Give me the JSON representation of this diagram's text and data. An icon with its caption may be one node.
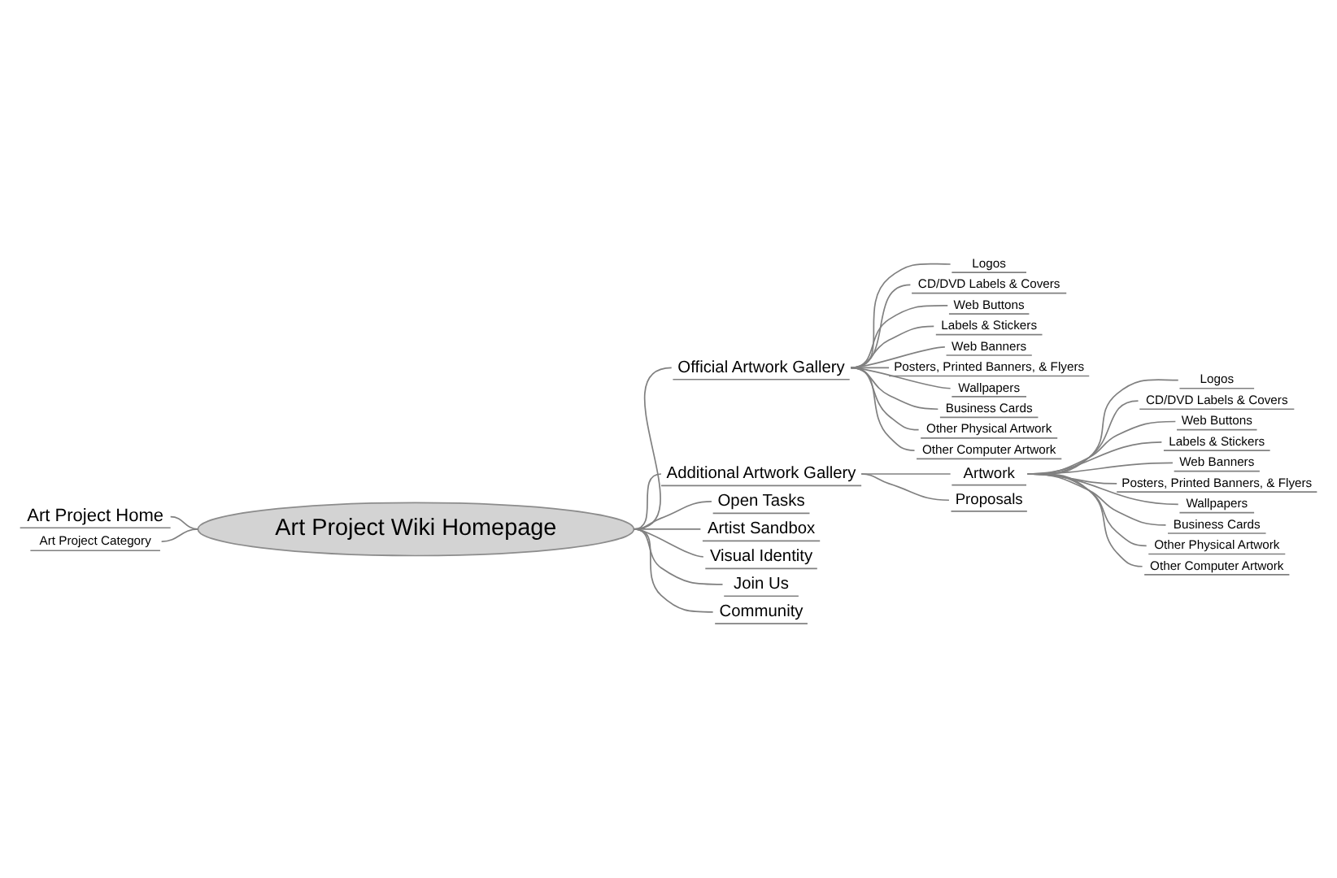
{
  "diagram": {
    "nodes": [
      {
        "text": [
          "Art Project Wiki Homepage"
        ]
      },
      {
        "text": [
          "Art Project Home"
        ]
      },
      {
        "text": [
          "Art Project Category"
        ]
      },
      {
        "text": [
          "Official Artwork Gallery"
        ]
      },
      {
        "text": [
          "Logos"
        ]
      },
      {
        "text": [
          "CD/DVD Labels & Covers"
        ]
      },
      {
        "text": [
          "Web Buttons"
        ]
      },
      {
        "text": [
          "Labels & Stickers"
        ]
      },
      {
        "text": [
          "Web Banners"
        ]
      },
      {
        "text": [
          "Posters, Printed Banners, & Flyers"
        ]
      },
      {
        "text": [
          "Wallpapers"
        ]
      },
      {
        "text": [
          "Business Cards"
        ]
      },
      {
        "text": [
          "Other Physical Artwork"
        ]
      },
      {
        "text": [
          "Other Computer Artwork"
        ]
      },
      {
        "text": [
          "Additional Artwork Gallery"
        ]
      },
      {
        "text": [
          "Artwork"
        ]
      },
      {
        "text": [
          "Logos"
        ]
      },
      {
        "text": [
          "CD/DVD Labels & Covers"
        ]
      },
      {
        "text": [
          "Web Buttons"
        ]
      },
      {
        "text": [
          "Labels & Stickers"
        ]
      },
      {
        "text": [
          "Web Banners"
        ]
      },
      {
        "text": [
          "Posters, Printed Banners, & Flyers"
        ]
      },
      {
        "text": [
          "Wallpapers"
        ]
      },
      {
        "text": [
          "Business Cards"
        ]
      },
      {
        "text": [
          "Other Physical Artwork"
        ]
      },
      {
        "text": [
          "Other Computer Artwork"
        ]
      },
      {
        "text": [
          "Proposals"
        ]
      },
      {
        "text": [
          "Open Tasks"
        ]
      },
      {
        "text": [
          "Artist Sandbox"
        ]
      },
      {
        "text": [
          "Visual Identity"
        ]
      },
      {
        "text": [
          "Join Us"
        ]
      },
      {
        "text": [
          "Community"
        ]
      }
    ],
    "edges": [
      {
        "from": 1,
        "to": 0,
        "arrow": "none"
      },
      {
        "from": 2,
        "to": 0,
        "arrow": "none"
      },
      {
        "from": 0,
        "to": 3,
        "arrow": "none"
      },
      {
        "from": 3,
        "to": 4,
        "arrow": "none"
      },
      {
        "from": 3,
        "to": 5,
        "arrow": "none"
      },
      {
        "from": 3,
        "to": 6,
        "arrow": "none"
      },
      {
        "from": 3,
        "to": 7,
        "arrow": "none"
      },
      {
        "from": 3,
        "to": 8,
        "arrow": "none"
      },
      {
        "from": 3,
        "to": 9,
        "arrow": "none"
      },
      {
        "from": 3,
        "to": 10,
        "arrow": "none"
      },
      {
        "from": 3,
        "to": 11,
        "arrow": "none"
      },
      {
        "from": 3,
        "to": 12,
        "arrow": "none"
      },
      {
        "from": 3,
        "to": 13,
        "arrow": "none"
      },
      {
        "from": 0,
        "to": 14,
        "arrow": "none"
      },
      {
        "from": 14,
        "to": 15,
        "arrow": "none"
      },
      {
        "from": 15,
        "to": 16,
        "arrow": "none"
      },
      {
        "from": 15,
        "to": 17,
        "arrow": "none"
      },
      {
        "from": 15,
        "to": 18,
        "arrow": "none"
      },
      {
        "from": 15,
        "to": 19,
        "arrow": "none"
      },
      {
        "from": 15,
        "to": 20,
        "arrow": "none"
      },
      {
        "from": 15,
        "to": 21,
        "arrow": "none"
      },
      {
        "from": 15,
        "to": 22,
        "arrow": "none"
      },
      {
        "from": 15,
        "to": 23,
        "arrow": "none"
      },
      {
        "from": 15,
        "to": 24,
        "arrow": "none"
      },
      {
        "from": 15,
        "to": 25,
        "arrow": "none"
      },
      {
        "from": 14,
        "to": 26,
        "arrow": "none"
      },
      {
        "from": 0,
        "to": 27,
        "arrow": "none"
      },
      {
        "from": 0,
        "to": 28,
        "arrow": "none"
      },
      {
        "from": 0,
        "to": 29,
        "arrow": "none"
      },
      {
        "from": 0,
        "to": 30,
        "arrow": "none"
      },
      {
        "from": 0,
        "to": 31,
        "arrow": "none"
      }
    ]
  }
}
